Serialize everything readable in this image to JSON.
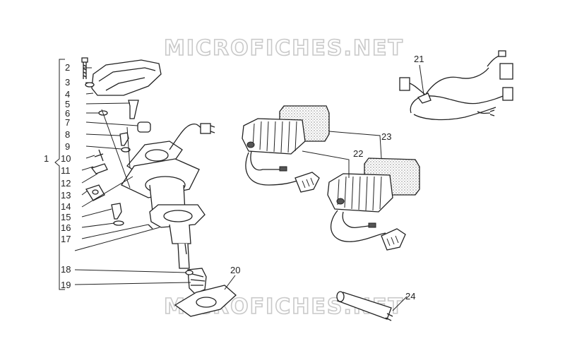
{
  "watermark": {
    "top": "MICROFICHES.NET",
    "bottom": "MICROFICHES.NET"
  },
  "callouts": {
    "n1": "1",
    "n2": "2",
    "n3": "3",
    "n4": "4",
    "n5": "5",
    "n6": "6",
    "n7": "7",
    "n8": "8",
    "n9": "9",
    "n10": "10",
    "n11": "11",
    "n12": "12",
    "n13": "13",
    "n14": "14",
    "n15": "15",
    "n16": "16",
    "n17": "17",
    "n18": "18",
    "n19": "19",
    "n20": "20",
    "n21": "21",
    "n22": "22",
    "n23": "23",
    "n24": "24"
  }
}
